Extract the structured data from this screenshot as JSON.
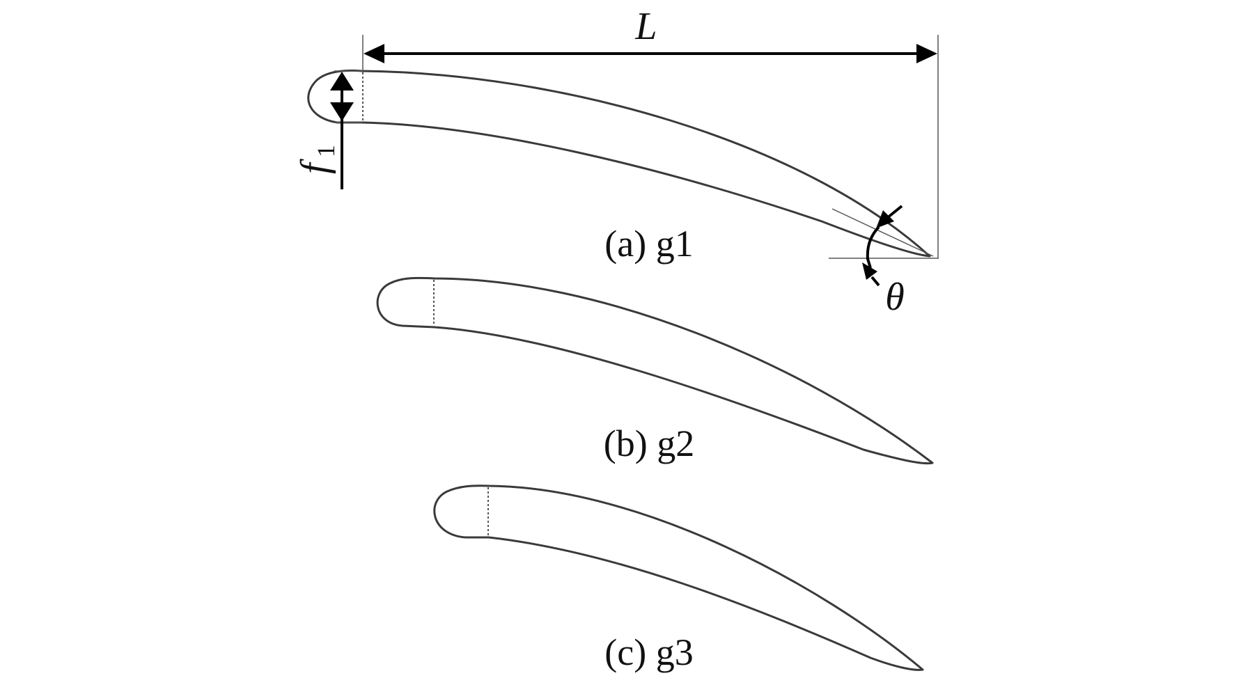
{
  "figure": {
    "panels": [
      {
        "id": "g1",
        "caption": "(a) g1"
      },
      {
        "id": "g2",
        "caption": "(b) g2"
      },
      {
        "id": "g3",
        "caption": "(c) g3"
      }
    ],
    "annotations": {
      "length_symbol": "L",
      "thickness_symbol": "f",
      "thickness_subscript": "1",
      "angle_symbol": "θ"
    }
  }
}
